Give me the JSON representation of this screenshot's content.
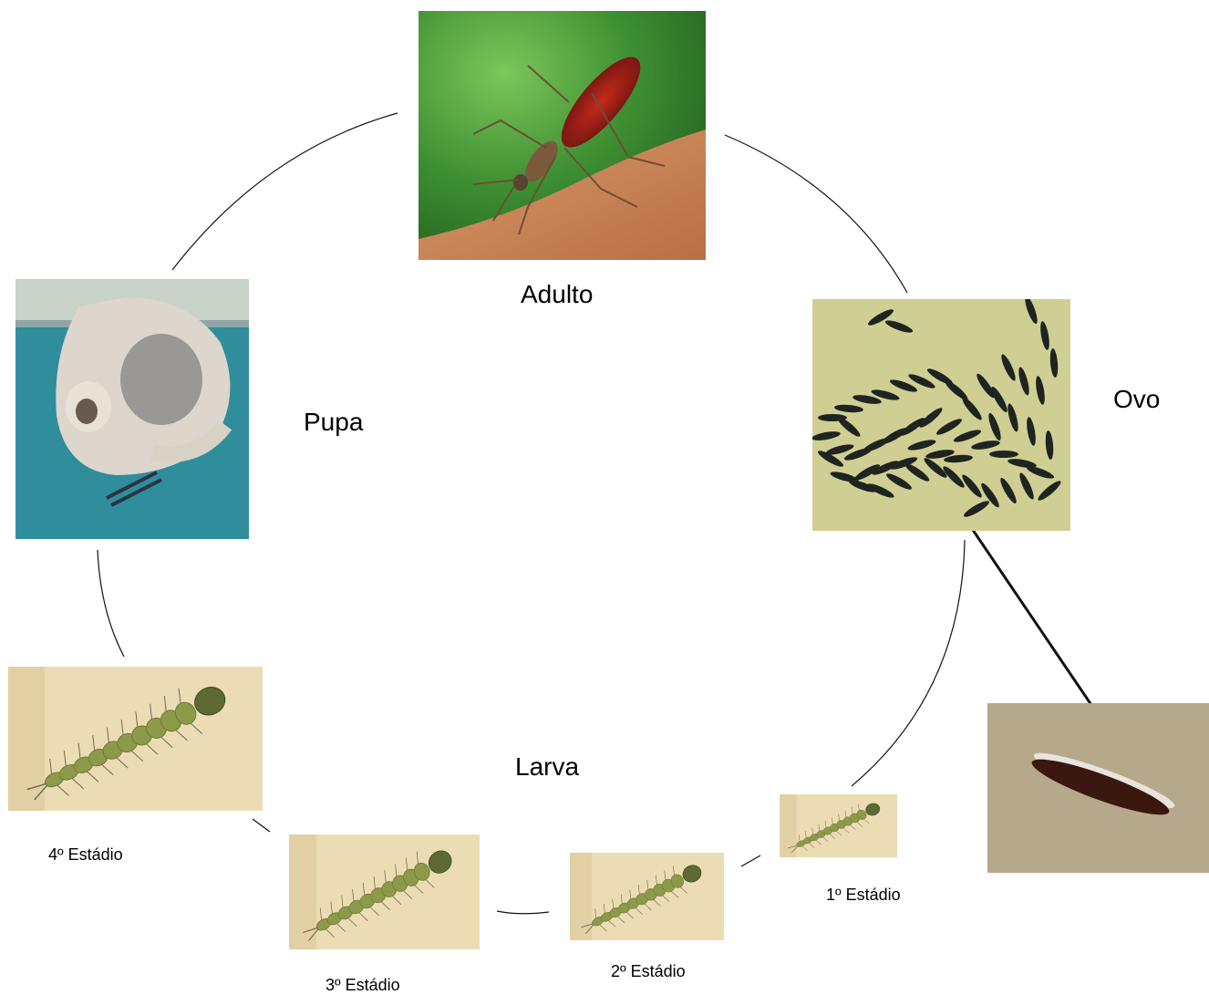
{
  "stages": {
    "adult": "Adulto",
    "egg": "Ovo",
    "pupa": "Pupa",
    "larva": "Larva",
    "instar1": "1º Estádio",
    "instar2": "2º Estádio",
    "instar3": "3º Estádio",
    "instar4": "4º Estádio"
  },
  "colors": {
    "line": "#111111",
    "larva_body": "#8c9a4a",
    "egg_dark": "#1f2420",
    "egg_bg": "#c9c88a",
    "pupa_water": "#2e8f9e",
    "adult_bg": "#3d8a2e"
  },
  "images": [
    {
      "id": "adult-photo",
      "depicts": "mosquito feeding on skin"
    },
    {
      "id": "egg-cluster-photo",
      "depicts": "cluster of mosquito eggs"
    },
    {
      "id": "egg-closeup-photo",
      "depicts": "single egg close-up"
    },
    {
      "id": "pupa-photo",
      "depicts": "pupa at water surface"
    },
    {
      "id": "larva-instar-photos",
      "depicts": "larvae at four instars"
    }
  ]
}
